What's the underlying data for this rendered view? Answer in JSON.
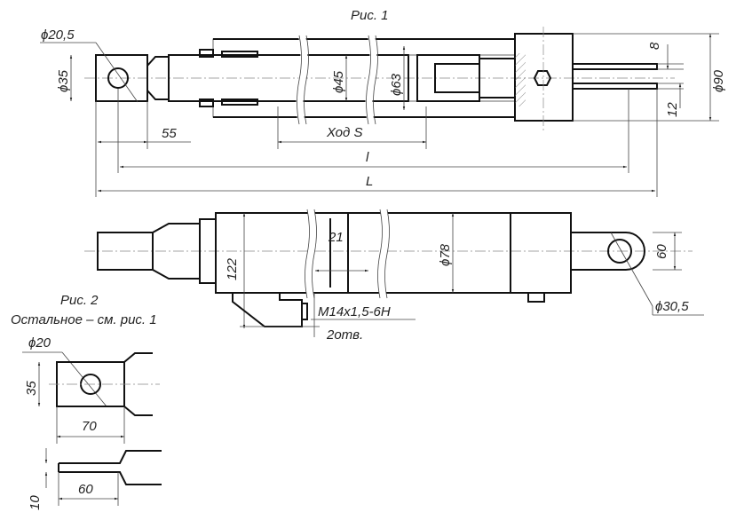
{
  "fig1": {
    "caption": "Рис. 1",
    "dims": {
      "eye_hole": "ϕ20,5",
      "eye_width": "ϕ35",
      "rod": "ϕ45",
      "bore": "ϕ63",
      "outer": "ϕ90",
      "port_top": "8",
      "port_bottom": "12",
      "len_55": "55",
      "stroke": "Ход S",
      "l": "l",
      "L": "L"
    }
  },
  "fig1b": {
    "dims": {
      "d122": "122",
      "d21": "21",
      "d78": "ϕ78",
      "d60": "60",
      "eye_hole": "ϕ30,5",
      "thread": "M14x1,5-6H",
      "holes": "2отв."
    }
  },
  "fig2": {
    "caption": "Рис. 2",
    "note": "Остальное – см. рис. 1",
    "dims": {
      "hole": "ϕ20",
      "width": "35",
      "len70": "70",
      "thick": "10",
      "len60": "60"
    }
  }
}
